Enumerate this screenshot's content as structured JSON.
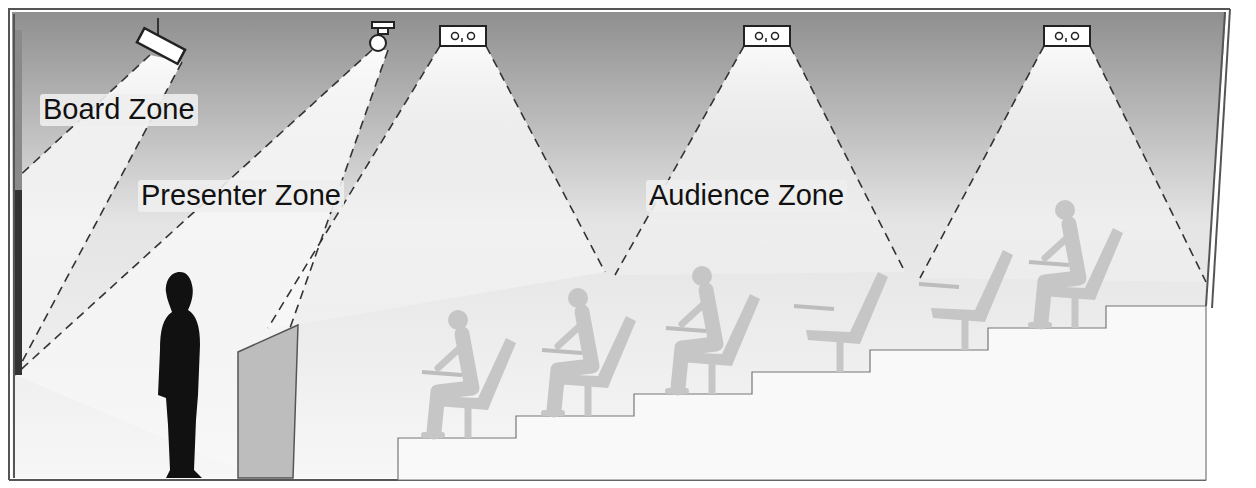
{
  "diagram": {
    "labels": [
      "Board Zone",
      "Presenter Zone",
      "Audience Zone"
    ]
  }
}
